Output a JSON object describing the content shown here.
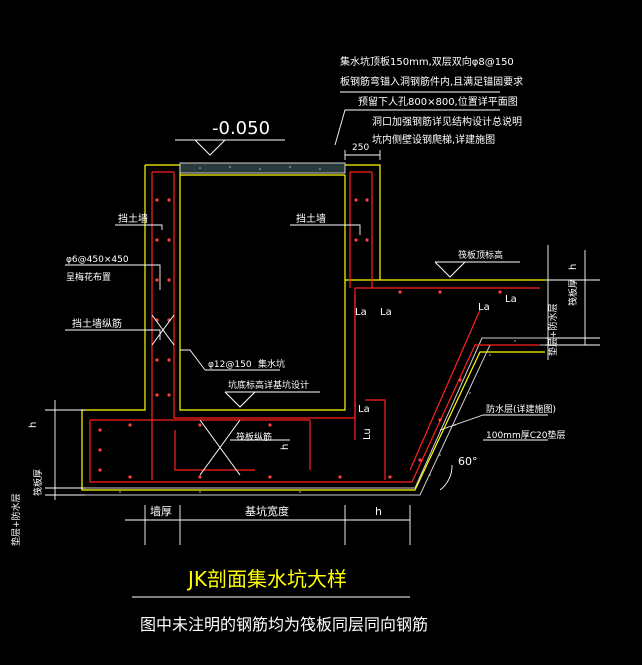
{
  "drawing": {
    "title": "JK剖面集水坑大样",
    "note": "图中未注明的钢筋均为筏板同层同向钢筋",
    "elevation": "-0.050",
    "dim_250": "250",
    "top_note_1": "集水坑顶板150mm,双层双向φ8@150",
    "top_note_2": "板钢筋弯锚入洞钢筋件内,且满足锚固要求",
    "top_note_3": "预留下人孔800×800,位置详平面图",
    "top_note_4": "洞口加强钢筋详见结构设计总说明",
    "top_note_5": "坑内侧壁设钢爬梯,详建施图",
    "retaining_wall_left": "挡土墙",
    "retaining_wall_right": "挡土墙",
    "tie_bar": "φ6@450×450",
    "tie_bar_2": "呈梅花布置",
    "wall_dowel": "挡土墙纵筋",
    "pit_bar": "φ12@150",
    "pit_label": "集水坑",
    "pit_bottom": "坑底标高详基坑设计",
    "raft_elev": "筏板顶标高",
    "la_1": "La",
    "la_2": "La",
    "la_3": "La",
    "la_4": "La",
    "la_5": "La",
    "lu": "Lu",
    "h_1": "h",
    "h_2": "h",
    "h_3": "h",
    "pit_rebar": "筏板纵筋",
    "cushion_side": "垫层+防水层",
    "raft_thick_side": "筏板厚",
    "cushion_right": "垫层+防水层",
    "raft_thick_right": "筏板厚",
    "waterproof": "防水层(详建施图)",
    "c20": "100mm厚C20垫层",
    "angle": "60°",
    "dim_wall": "墙厚",
    "dim_width": "基坑宽度",
    "dim_h": "h"
  },
  "colors": {
    "concrete": "#ffff00",
    "rebar": "#ff2020",
    "text": "#ffffff",
    "leader": "#ffffff",
    "dim": "#ffffff",
    "cushion": "#d0d0d0",
    "title": "#ffff00"
  }
}
